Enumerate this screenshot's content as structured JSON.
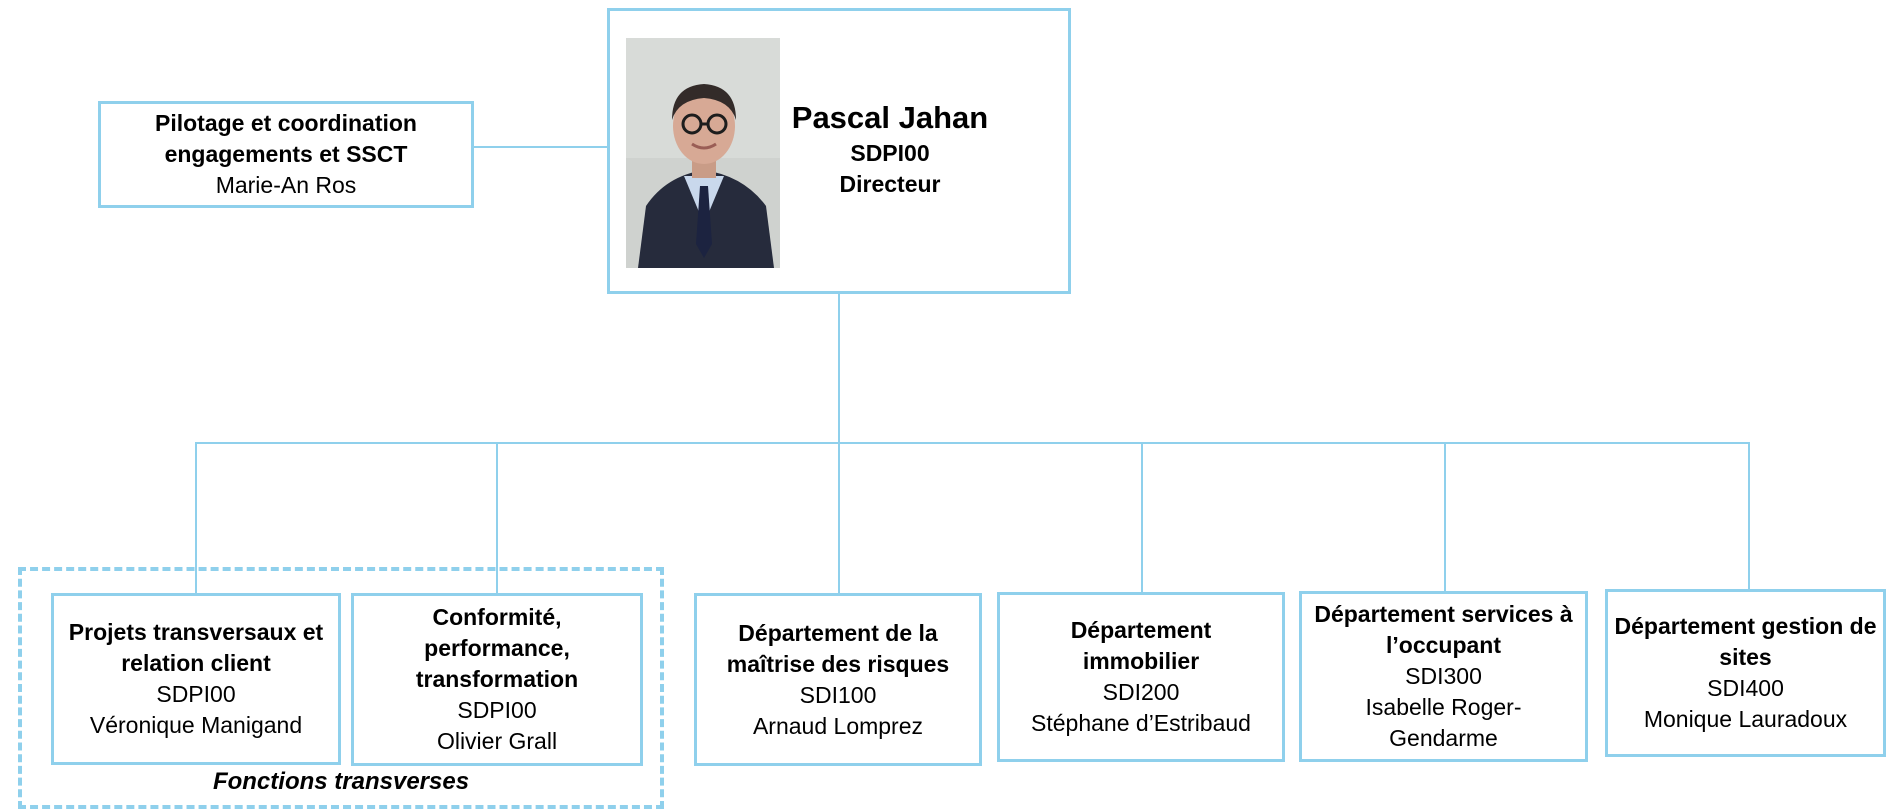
{
  "director": {
    "name": "Pascal Jahan",
    "code": "SDPI00",
    "title": "Directeur"
  },
  "staff": {
    "title": "Pilotage et coordination engagements et SSCT",
    "person": "Marie-An Ros"
  },
  "units": [
    {
      "title": "Projets transversaux et relation client",
      "code": "SDPI00",
      "person": "Véronique Manigand"
    },
    {
      "title": "Conformité, performance, transformation",
      "code": "SDPI00",
      "person": "Olivier Grall"
    },
    {
      "title": "Département de la maîtrise des risques",
      "code": "SDI100",
      "person": "Arnaud Lomprez"
    },
    {
      "title": "Département immobilier",
      "code": "SDI200",
      "person": "Stéphane d’Estribaud"
    },
    {
      "title": "Département services à l’occupant",
      "code": "SDI300",
      "person": "Isabelle Roger-Gendarme"
    },
    {
      "title": "Département gestion de sites",
      "code": "SDI400",
      "person": "Monique Lauradoux"
    }
  ],
  "group_label": "Fonctions transverses",
  "colors": {
    "border": "#8fd0ec",
    "text": "#000000"
  }
}
